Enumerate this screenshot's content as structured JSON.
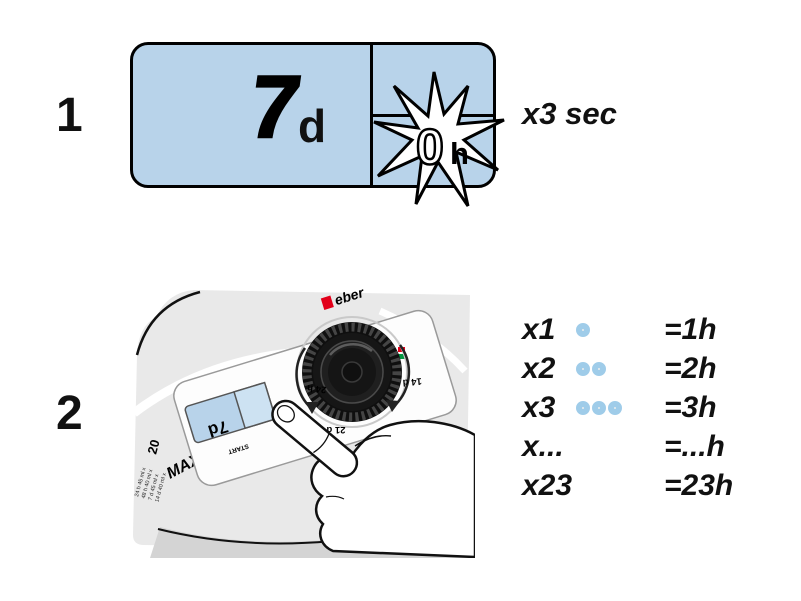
{
  "step1": {
    "number": "1",
    "lcd": {
      "value": "7",
      "unit": "d",
      "flash_value": "0",
      "flash_unit": "h"
    },
    "hold_label": "x3 sec"
  },
  "step2": {
    "number": "2",
    "device": {
      "brand_text": "eber",
      "display_value": "7d",
      "button_label": "START",
      "knob_label_left": "24 h",
      "knob_label_bottom": "21 d",
      "knob_label_right": "14 d",
      "max_label": "MAX",
      "size_label": "20",
      "chart_lines": [
        "24 h 45 ml x",
        "48 h 40 ml x",
        "7 d 45 ml x",
        "14 d 40 ml x"
      ]
    },
    "legend": [
      {
        "presses": "x1",
        "dots": 1,
        "equals": "=1h"
      },
      {
        "presses": "x2",
        "dots": 2,
        "equals": "=2h"
      },
      {
        "presses": "x3",
        "dots": 3,
        "equals": "=3h"
      },
      {
        "presses": "x...",
        "dots": 0,
        "equals": "=...h"
      },
      {
        "presses": "x23",
        "dots": 0,
        "equals": "=23h"
      }
    ]
  },
  "colors": {
    "lcd_blue": "#b8d3ea",
    "dot_ring": "#9fcce9",
    "dot_center": "#ededed",
    "brand_red": "#e2001a",
    "indicator_green": "#009640",
    "device_grey": "#e9e9e9"
  }
}
